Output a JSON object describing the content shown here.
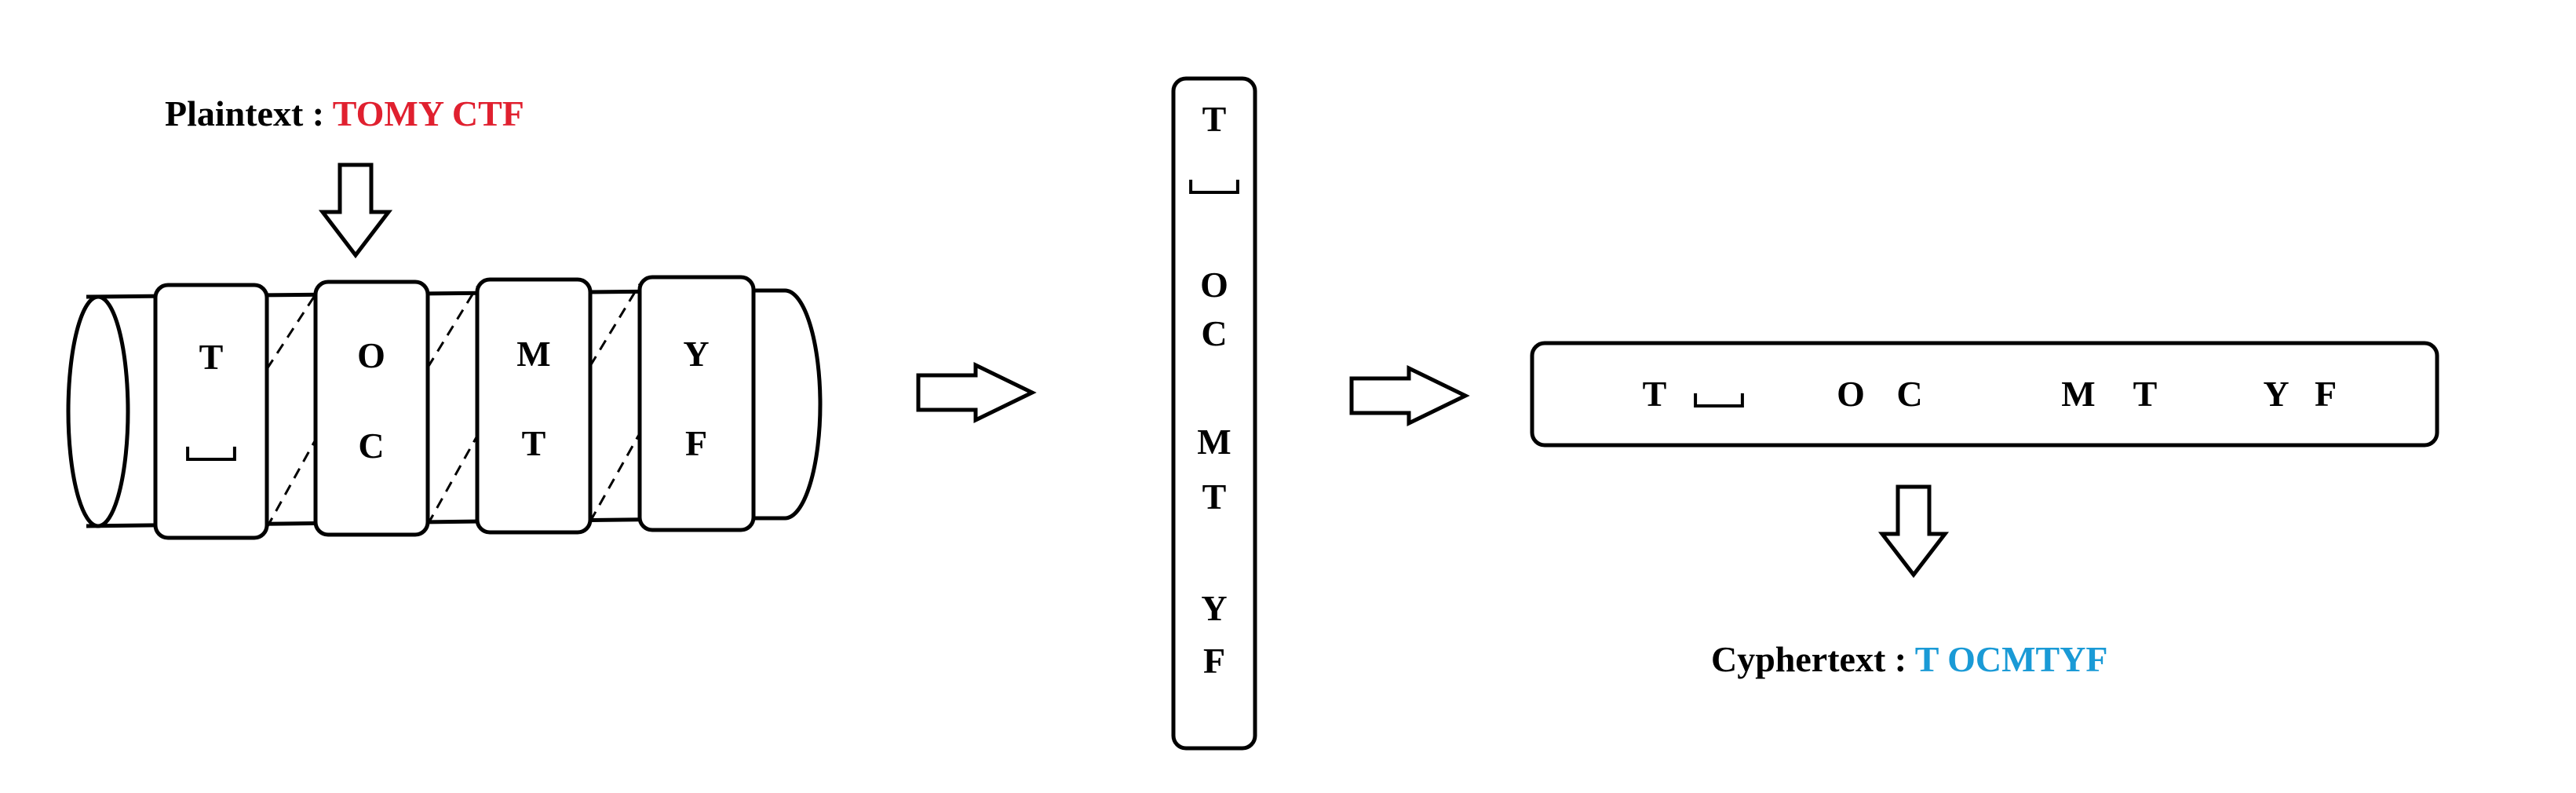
{
  "plaintext": {
    "label": "Plaintext : ",
    "value": "TOMY CTF",
    "value_color": "#e0202f"
  },
  "cyphertext": {
    "label": "Cyphertext : ",
    "value": "T OCMTYF",
    "value_color": "#1a9ad6"
  },
  "space_symbol": "␣",
  "scytale_segments": [
    {
      "top": "T",
      "bottom": "␣"
    },
    {
      "top": "O",
      "bottom": "C"
    },
    {
      "top": "M",
      "bottom": "T"
    },
    {
      "top": "Y",
      "bottom": "F"
    }
  ],
  "strip_vertical": [
    "T",
    "␣",
    "O",
    "C",
    "M",
    "T",
    "Y",
    "F"
  ],
  "strip_horizontal": [
    "T",
    "␣",
    "O",
    "C",
    "M",
    "T",
    "Y",
    "F"
  ]
}
